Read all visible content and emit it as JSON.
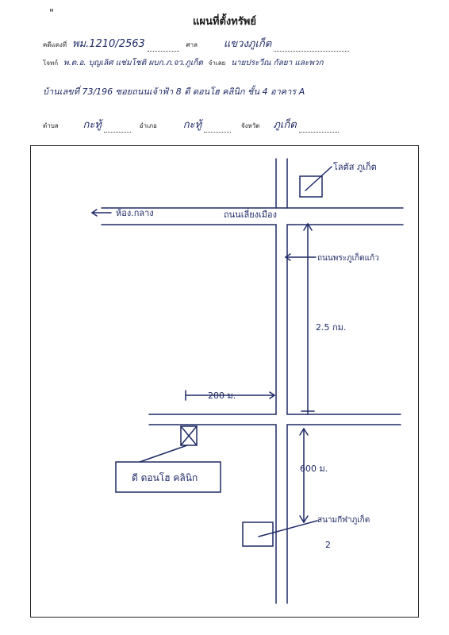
{
  "header": {
    "mark": "\"",
    "title": "แผนที่ตั้งทรัพย์"
  },
  "form": {
    "case_label": "คดีแดงที่",
    "case_value": "พม.1210/2563",
    "court_label": "ศาล",
    "court_value": "แขวงภูเก็ต",
    "plaintiff_label": "โจทก์",
    "plaintiff_value": "พ.ต.อ. บุญเลิศ แช่มโชติ ผบก.ภ.จว.ภูเก็ต",
    "defendant_label": "จำเลย",
    "defendant_value": "นายประวีณ กัลยา และพวก",
    "address_line": "บ้านเลขที่ 73/196 ซอยถนนเจ้าฟ้า 8 ดี ดอนโฮ คลินิก ชั้น 4 อาคาร A",
    "subdistrict_label": "ตำบล",
    "subdistrict_value": "กะทู้",
    "district_label": "อำเภอ",
    "district_value": "กะทู้",
    "province_label": "จังหวัด",
    "province_value": "ภูเก็ต"
  },
  "map": {
    "lotus_label": "โลตัส ภูเก็ต",
    "left_arrow_label": "ห้อง.กลาง",
    "road_top_label": "ถนนเลี่ยงเมือง",
    "road_right_label": "ถนนพระภูเก็ตแก้ว",
    "distance_vertical": "2.5 กม.",
    "distance_horizontal": "200 ม.",
    "distance_lower": "600 ม.",
    "property_label": "ดี ดอนโฮ คลินิก",
    "stadium_label": "สนามกีฬาภูเก็ต",
    "stadium_number": "2"
  }
}
